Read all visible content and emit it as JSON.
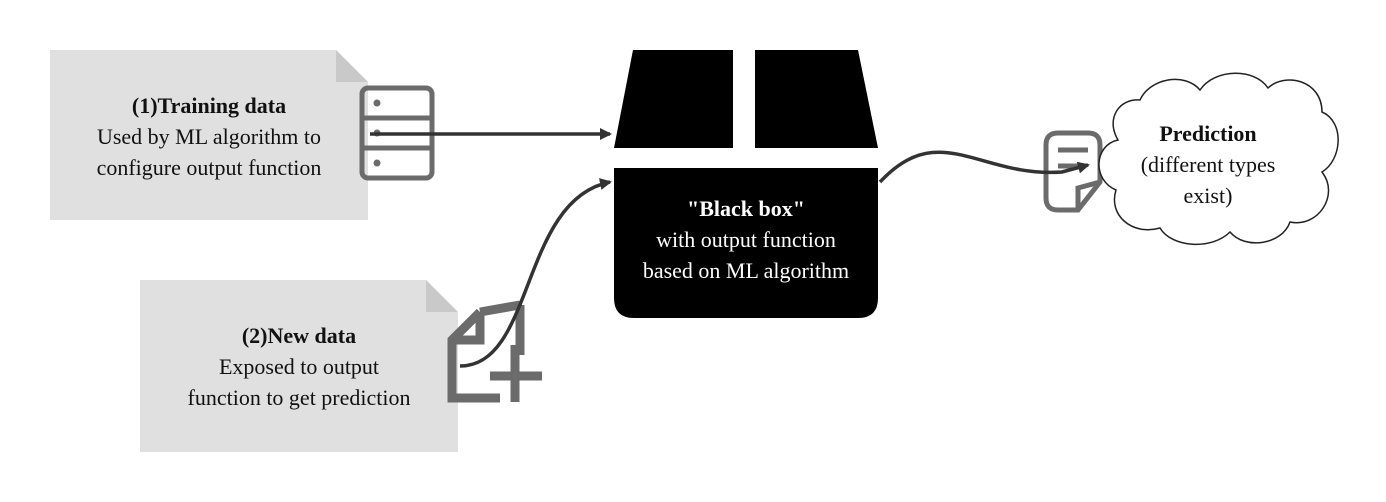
{
  "training_note": {
    "title": "(1)Training data",
    "line1": "Used by ML algorithm to",
    "line2": "configure output function"
  },
  "new_data_note": {
    "title": "(2)New data",
    "line1": "Exposed to output",
    "line2": "function to get prediction"
  },
  "black_box": {
    "title": "\"Black box\"",
    "line1": "with output function",
    "line2": "based on ML algorithm"
  },
  "prediction_cloud": {
    "title": "Prediction",
    "line1": "(different types",
    "line2": "exist)"
  },
  "icons": {
    "training": "database-icon",
    "new_data": "add-file-icon",
    "model": "black-box-icon",
    "prediction": "document-icon"
  },
  "colors": {
    "note_fill": "#e0e0e0",
    "note_fold": "#cfcfcf",
    "box_fill": "#000000",
    "icon_gray": "#6b6b6b",
    "arrow": "#333333"
  }
}
